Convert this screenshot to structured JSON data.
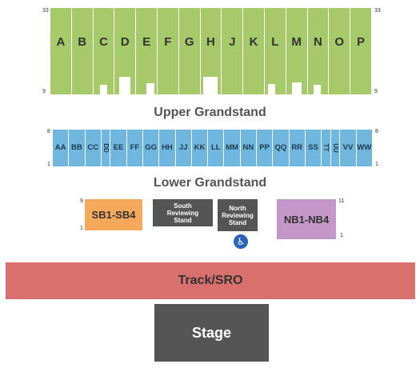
{
  "colors": {
    "upper": "#a6c96a",
    "lower": "#6fb7de",
    "south_boxes": "#f6a95a",
    "north_boxes": "#c497c8",
    "reviewing": "#555555",
    "track": "#d9706e",
    "stage": "#555555",
    "accessible": "#2a63b8"
  },
  "upper": {
    "title": "Upper Grandstand",
    "row_top": "33",
    "row_bottom": "9",
    "sections": [
      "A",
      "B",
      "C",
      "D",
      "E",
      "F",
      "G",
      "H",
      "J",
      "K",
      "L",
      "M",
      "N",
      "O",
      "P"
    ]
  },
  "lower": {
    "title": "Lower Grandstand",
    "row_top": "8",
    "row_bottom": "1",
    "sections": [
      "AA",
      "BB",
      "CC",
      "DD",
      "EE",
      "FF",
      "GG",
      "HH",
      "JJ",
      "KK",
      "LL",
      "MM",
      "NN",
      "PP",
      "QQ",
      "RR",
      "SS",
      "TT",
      "UU",
      "VV",
      "WW"
    ]
  },
  "south_boxes": {
    "label": "SB1-SB4",
    "row_top": "9",
    "row_bottom": "1"
  },
  "south_reviewing": {
    "line1": "South",
    "line2": "Reviewing",
    "line3": "Stand"
  },
  "north_reviewing": {
    "line1": "North",
    "line2": "Reviewing",
    "line3": "Stand"
  },
  "north_boxes": {
    "label": "NB1-NB4",
    "row_top": "11",
    "row_bottom": "1"
  },
  "accessible_icon": "wheelchair-icon",
  "track": {
    "label": "Track/SRO"
  },
  "stage": {
    "label": "Stage"
  }
}
